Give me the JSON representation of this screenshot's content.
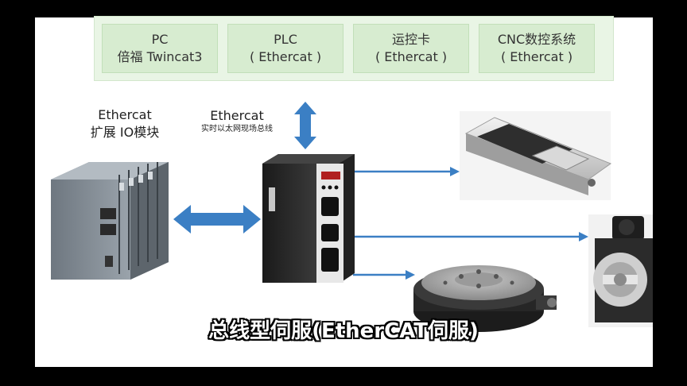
{
  "controllers": [
    {
      "line1": "PC",
      "line2": "倍福 Twincat3"
    },
    {
      "line1": "PLC",
      "line2": "( Ethercat )"
    },
    {
      "line1": "运控卡",
      "line2": "( Ethercat )"
    },
    {
      "line1": "CNC数控系统",
      "line2": "( Ethercat )"
    }
  ],
  "io_module_label": {
    "line1": "Ethercat",
    "line2": "扩展 IO模块"
  },
  "bus_label": {
    "line1": "Ethercat",
    "line2": "实时以太网现场总线"
  },
  "subtitle": "总线型伺服(EtherCAT伺服)",
  "colors": {
    "arrow": "#3b7fc4",
    "panel": "#e9f5e5",
    "card": "#d7ecd0"
  }
}
